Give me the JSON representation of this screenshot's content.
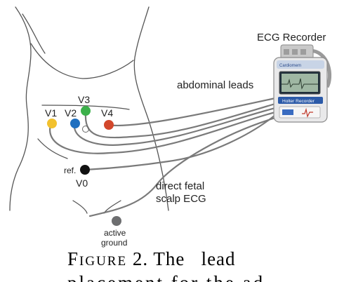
{
  "recorder": {
    "title": "ECG Recorder",
    "brand_text": "Cardiomem",
    "model_text": "Holter Recorder"
  },
  "labels": {
    "abdominal_leads": "abdominal leads",
    "direct_fetal_line1": "direct fetal",
    "direct_fetal_line2": "scalp ECG",
    "active_line1": "active",
    "active_line2": "ground"
  },
  "electrodes": [
    {
      "id": "V1",
      "label": "V1",
      "color": "#f2c12e"
    },
    {
      "id": "V2",
      "label": "V2",
      "color": "#1f6fbf"
    },
    {
      "id": "V3",
      "label": "V3",
      "color": "#3cb04a"
    },
    {
      "id": "V4",
      "label": "V4",
      "color": "#d2472b"
    },
    {
      "id": "ref",
      "label": "ref.",
      "color": "#111111"
    },
    {
      "id": "active_ground",
      "label": "",
      "color": "#6d6e70"
    }
  ],
  "v0_label": "V0",
  "caption": {
    "word": "Figure",
    "text": "2. The   lead",
    "line2": "placement  for  the  ad"
  }
}
